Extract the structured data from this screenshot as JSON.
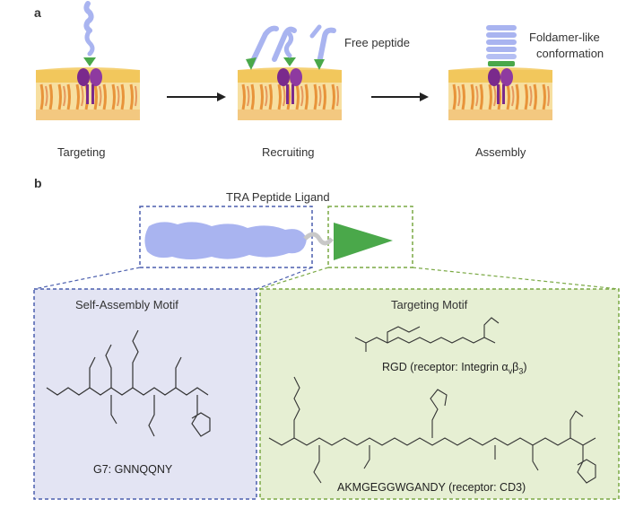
{
  "panel_a": {
    "letter": "a",
    "stages": [
      "Targeting",
      "Recruiting",
      "Assembly"
    ],
    "annotations": {
      "free_peptide": "Free peptide",
      "foldamer_line1": "Foldamer-like",
      "foldamer_line2": "conformation"
    }
  },
  "panel_b": {
    "letter": "b",
    "ligand_title": "TRA Peptide Ligand",
    "self_assembly": {
      "title": "Self-Assembly Motif",
      "caption": "G7: GNNQQNY"
    },
    "targeting": {
      "title": "Targeting Motif",
      "rgd_caption_prefix": "RGD (receptor: Integrin α",
      "rgd_sub1": "v",
      "rgd_mid": "β",
      "rgd_sub2": "3",
      "rgd_suffix": ")",
      "akm_caption": "AKMGEGGWGANDY (receptor: CD3)"
    }
  },
  "colors": {
    "membrane_head": "#f2c75c",
    "membrane_tail": "#e8943a",
    "receptor": "#7a2a8c",
    "peptide_blue": "#a9b4f0",
    "targeting_green": "#4aa84a",
    "self_assembly_bg": "#e3e4f3",
    "targeting_bg": "#e6efd3",
    "blue_dash": "#4b5fae",
    "green_dash": "#7aa944"
  }
}
